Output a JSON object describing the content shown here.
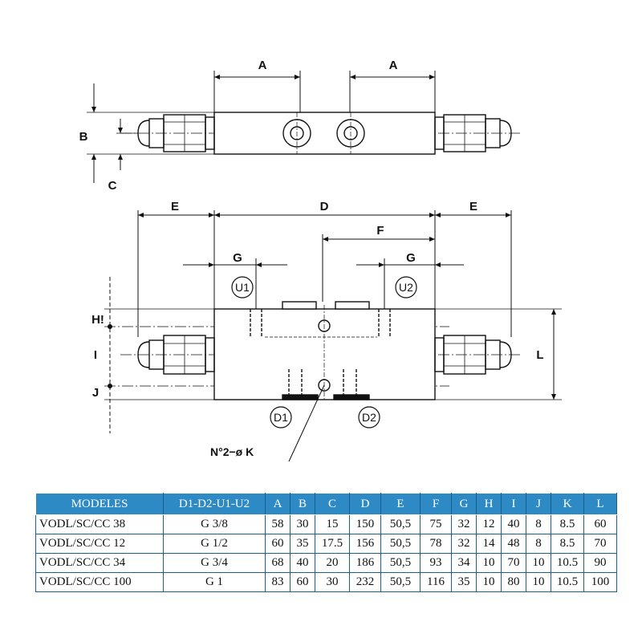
{
  "drawing": {
    "dims": {
      "A1": "A",
      "A2": "A",
      "B": "B",
      "C": "C",
      "D": "D",
      "E1": "E",
      "E2": "E",
      "F": "F",
      "G1": "G",
      "G2": "G",
      "H": "H!",
      "I": "I",
      "J": "J",
      "L": "L"
    },
    "ports": {
      "U1": "U1",
      "U2": "U2",
      "D1": "D1",
      "D2": "D2"
    },
    "note": "N°2−ø K"
  },
  "table": {
    "headers": [
      "MODELES",
      "D1-D2-U1-U2",
      "A",
      "B",
      "C",
      "D",
      "E",
      "F",
      "G",
      "H",
      "I",
      "J",
      "K",
      "L"
    ],
    "rows": [
      [
        "VODL/SC/CC 38",
        "G 3/8",
        "58",
        "30",
        "15",
        "150",
        "50,5",
        "75",
        "32",
        "12",
        "40",
        "8",
        "8.5",
        "60"
      ],
      [
        "VODL/SC/CC 12",
        "G 1/2",
        "60",
        "35",
        "17.5",
        "156",
        "50,5",
        "78",
        "32",
        "14",
        "48",
        "8",
        "8.5",
        "70"
      ],
      [
        "VODL/SC/CC 34",
        "G 3/4",
        "68",
        "40",
        "20",
        "186",
        "50,5",
        "93",
        "34",
        "10",
        "70",
        "10",
        "10.5",
        "90"
      ],
      [
        "VODL/SC/CC 100",
        "G 1",
        "83",
        "60",
        "30",
        "232",
        "50,5",
        "116",
        "35",
        "10",
        "80",
        "10",
        "10.5",
        "100"
      ]
    ]
  }
}
